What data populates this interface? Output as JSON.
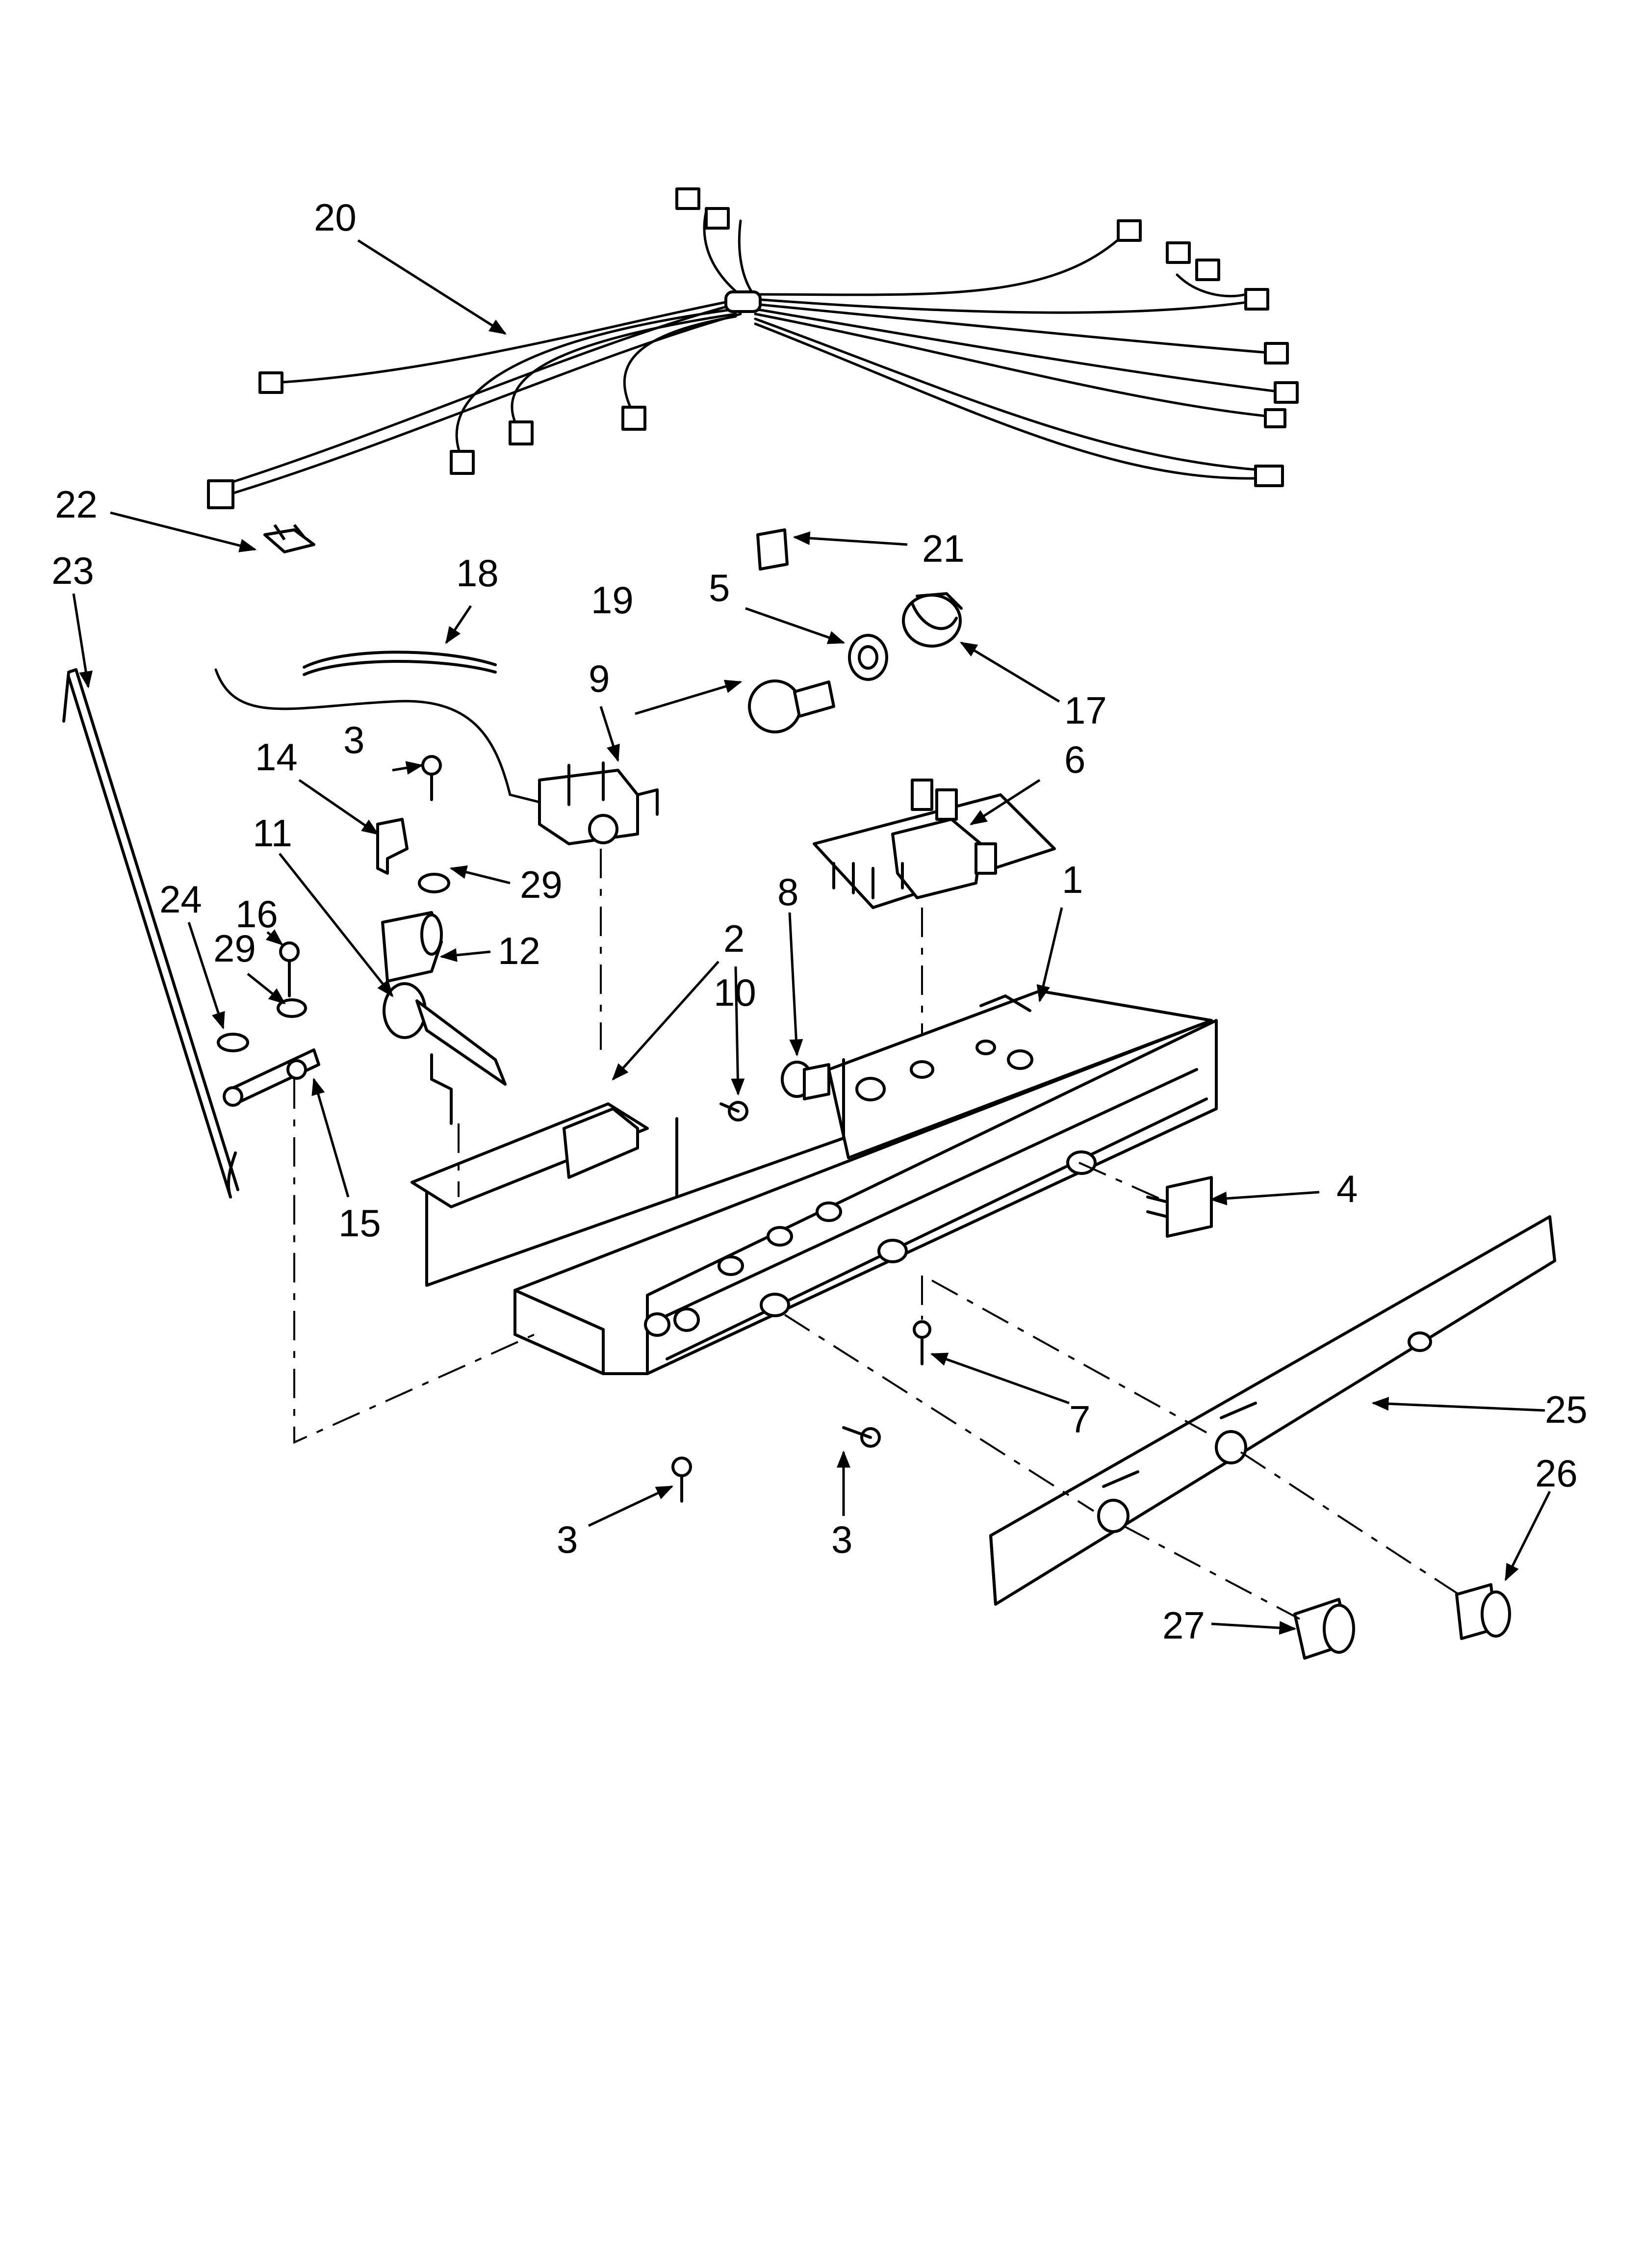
{
  "callouts": {
    "c1": "1",
    "c2": "2",
    "c3a": "3",
    "c3b": "3",
    "c3c": "3",
    "c4": "4",
    "c5": "5",
    "c6": "6",
    "c7": "7",
    "c8": "8",
    "c9": "9",
    "c10": "10",
    "c11": "11",
    "c12": "12",
    "c14": "14",
    "c15": "15",
    "c16": "16",
    "c17": "17",
    "c18": "18",
    "c19": "19",
    "c20": "20",
    "c21": "21",
    "c22": "22",
    "c23": "23",
    "c24": "24",
    "c25": "25",
    "c26": "26",
    "c27": "27",
    "c29a": "29",
    "c29b": "29"
  }
}
